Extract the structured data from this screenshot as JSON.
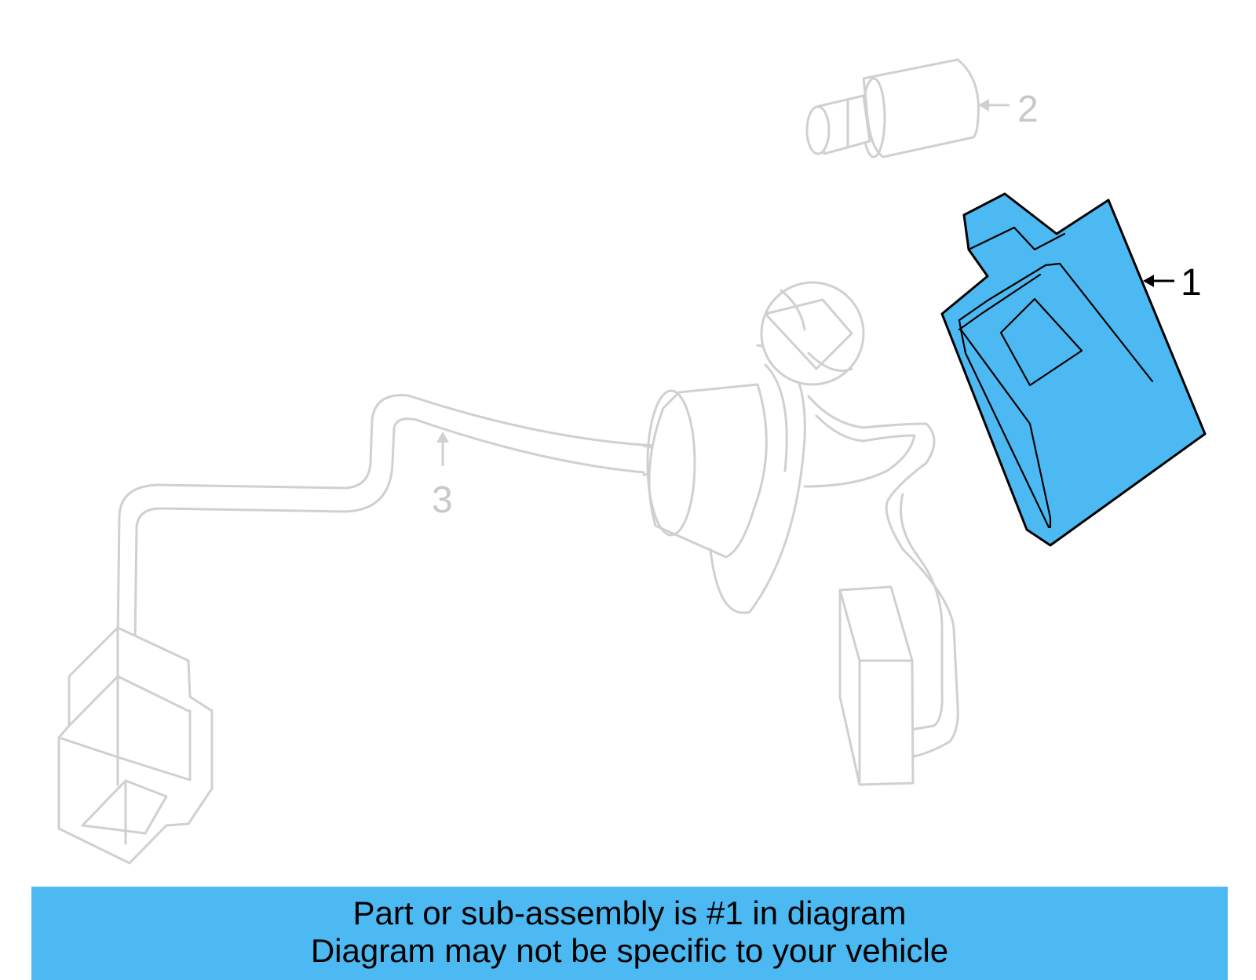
{
  "diagram": {
    "callouts": [
      {
        "number": "1",
        "highlighted": true
      },
      {
        "number": "2",
        "highlighted": false
      },
      {
        "number": "3",
        "highlighted": false
      }
    ]
  },
  "banner": {
    "line1": "Part or sub-assembly is #1 in diagram",
    "line2": "Diagram may not be specific to your vehicle"
  },
  "colors": {
    "highlight": "#4cb9f2",
    "ghost": "#d0d0d0",
    "outline": "#000000"
  }
}
